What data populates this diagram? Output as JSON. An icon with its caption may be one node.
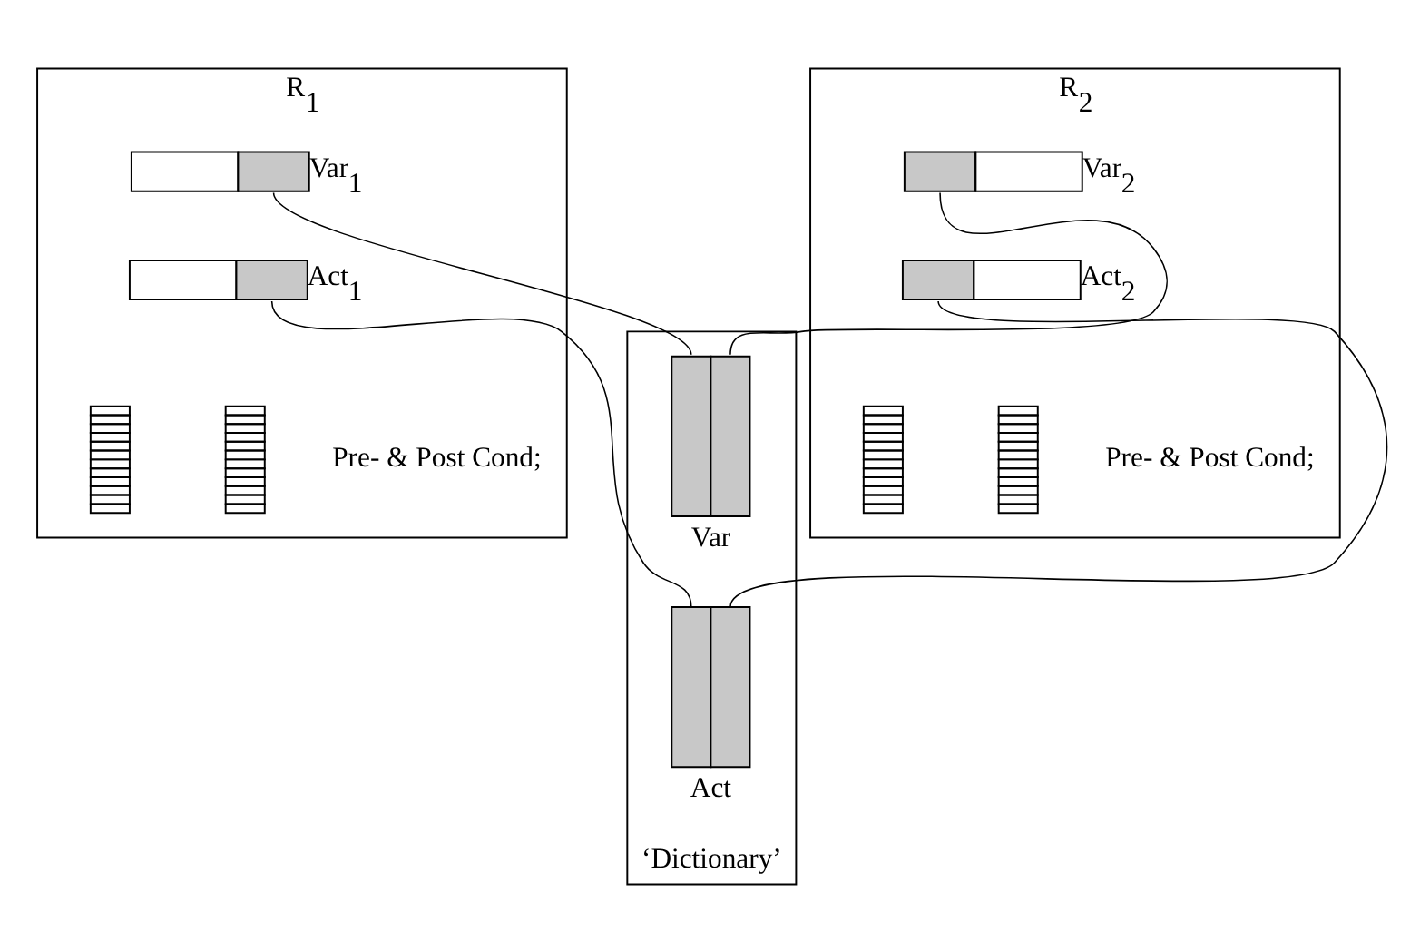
{
  "diagram": {
    "nodes": [
      {
        "text": [
          "R$_{1}$"
        ]
      },
      {
        "text": [],
        "shape": "bar",
        "in": 0,
        "beside": [
          "Var$_{1}$"
        ]
      },
      {
        "text": [],
        "shape": "bar",
        "in": 0,
        "beside": [
          "Act$_{1}$"
        ]
      },
      {
        "text": [],
        "shape": "bar",
        "in": 0
      },
      {
        "text": [],
        "shape": "bar",
        "in": 0
      },
      {
        "text": [
          "Pre- & Post Cond;"
        ],
        "in": 0
      },
      {
        "text": [
          "R$_{2}$"
        ]
      },
      {
        "text": [],
        "shape": "bar",
        "in": 6,
        "beside": [
          "Var$_{2}$"
        ]
      },
      {
        "text": [],
        "shape": "bar",
        "in": 6,
        "beside": [
          "Act$_{2}$"
        ]
      },
      {
        "text": [],
        "shape": "bar",
        "in": 6
      },
      {
        "text": [],
        "shape": "bar",
        "in": 6
      },
      {
        "text": [
          "Pre- & Post Cond;"
        ],
        "in": 6
      },
      {
        "text": [
          "‘Dictionary’"
        ]
      },
      {
        "text": [],
        "shape": "bar",
        "in": 12,
        "beside": [
          "Var"
        ]
      },
      {
        "text": [],
        "shape": "bar",
        "in": 12,
        "beside": [
          "Act"
        ]
      }
    ],
    "edges": [
      {
        "from": 1,
        "to": 13,
        "arrow": "none"
      },
      {
        "from": 2,
        "to": 14,
        "arrow": "none"
      },
      {
        "from": 13,
        "to": 7,
        "arrow": "none"
      },
      {
        "from": 14,
        "to": 8,
        "arrow": "none"
      }
    ]
  }
}
